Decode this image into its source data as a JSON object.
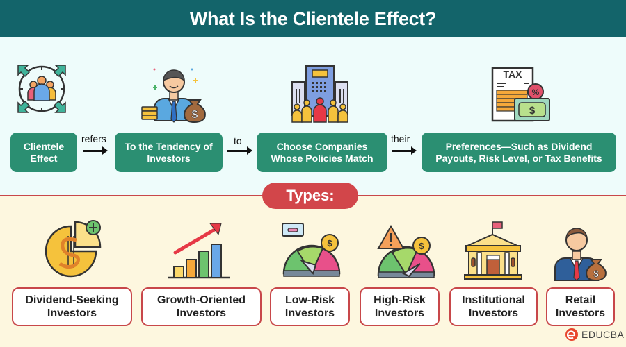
{
  "header": {
    "title": "What Is the Clientele Effect?"
  },
  "definition_flow": {
    "steps": [
      {
        "label": "Clientele Effect",
        "icon": "people-circle-icon"
      },
      {
        "label": "To the Tendency of Investors",
        "icon": "investor-money-bag-icon"
      },
      {
        "label": "Choose Companies Whose Policies Match",
        "icon": "company-building-people-icon"
      },
      {
        "label": "Preferences—Such as Dividend Payouts, Risk Level, or Tax Benefits",
        "icon": "tax-document-money-icon"
      }
    ],
    "connectors": [
      "refers",
      "to",
      "their"
    ]
  },
  "types_section": {
    "title": "Types:",
    "items": [
      {
        "label": "Dividend-Seeking Investors",
        "icon": "dividend-pie-dollar-icon"
      },
      {
        "label": "Growth-Oriented Investors",
        "icon": "growth-bar-chart-icon"
      },
      {
        "label": "Low-Risk Investors",
        "icon": "low-risk-gauge-icon"
      },
      {
        "label": "High-Risk Investors",
        "icon": "high-risk-gauge-icon"
      },
      {
        "label": "Institutional Investors",
        "icon": "institution-building-icon"
      },
      {
        "label": "Retail Investors",
        "icon": "retail-investor-icon"
      }
    ]
  },
  "brand": {
    "name": "EDUCBA"
  },
  "colors": {
    "header_bg": "#13646a",
    "step_box": "#2b8f72",
    "accent_red": "#d2464a",
    "top_bg": "#eefcfb",
    "bottom_bg": "#fdf7df"
  }
}
